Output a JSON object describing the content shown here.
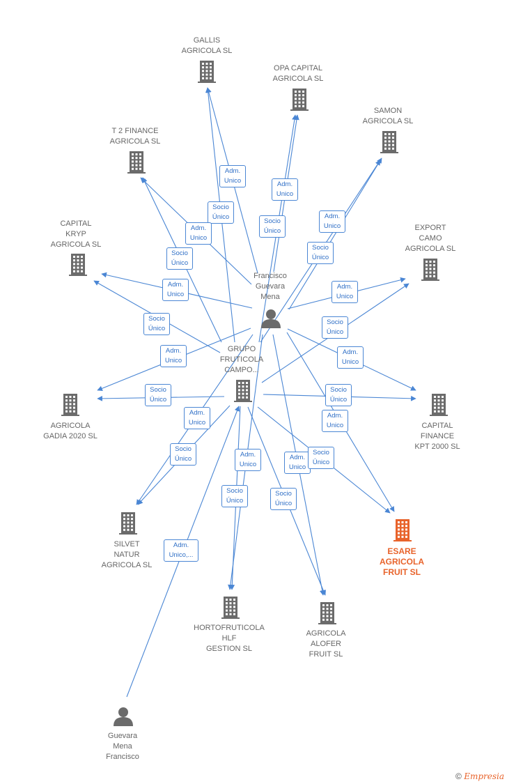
{
  "colors": {
    "edge": "#4a86d4",
    "node_icon": "#6b6b6b",
    "focus": "#e8632b"
  },
  "nodes": [
    {
      "id": "gallis",
      "type": "company",
      "label": "GALLIS\nAGRICOLA  SL"
    },
    {
      "id": "opa",
      "type": "company",
      "label": "OPA CAPITAL\nAGRICOLA  SL"
    },
    {
      "id": "samon",
      "type": "company",
      "label": "SAMON\nAGRICOLA  SL"
    },
    {
      "id": "t2",
      "type": "company",
      "label": "T 2 FINANCE\nAGRICOLA  SL"
    },
    {
      "id": "kryp",
      "type": "company",
      "label": "CAPITAL\nKRYP\nAGRICOLA  SL"
    },
    {
      "id": "export",
      "type": "company",
      "label": "EXPORT\nCAMO\nAGRICOLA  SL"
    },
    {
      "id": "francisco",
      "type": "person",
      "label": "Francisco\nGuevara\nMena"
    },
    {
      "id": "grupo",
      "type": "company",
      "label": "GRUPO\nFRUTICOLA\nCAMPO..."
    },
    {
      "id": "gadia",
      "type": "company",
      "label": "AGRICOLA\nGADIA 2020  SL"
    },
    {
      "id": "kpt",
      "type": "company",
      "label": "CAPITAL\nFINANCE\nKPT 2000  SL"
    },
    {
      "id": "silvet",
      "type": "company",
      "label": "SILVET\nNATUR\nAGRICOLA  SL"
    },
    {
      "id": "esare",
      "type": "company",
      "focus": true,
      "label": "ESARE\nAGRICOLA\nFRUIT  SL"
    },
    {
      "id": "hlf",
      "type": "company",
      "label": "HORTOFRUTICOLA\nHLF\nGESTION  SL"
    },
    {
      "id": "alofer",
      "type": "company",
      "label": "AGRICOLA\nALOFER\nFRUIT  SL"
    },
    {
      "id": "guevara",
      "type": "person",
      "label": "Guevara\nMena\nFrancisco"
    }
  ],
  "edges": [
    {
      "from": "francisco",
      "to": "gallis",
      "label": "Adm.\nUnico"
    },
    {
      "from": "grupo",
      "to": "gallis",
      "label": "Socio\nÚnico"
    },
    {
      "from": "francisco",
      "to": "opa",
      "label": "Adm.\nUnico"
    },
    {
      "from": "grupo",
      "to": "opa",
      "label": "Socio\nÚnico"
    },
    {
      "from": "francisco",
      "to": "samon",
      "label": "Adm.\nUnico"
    },
    {
      "from": "grupo",
      "to": "samon",
      "label": "Socio\nÚnico"
    },
    {
      "from": "francisco",
      "to": "t2",
      "label": "Adm.\nUnico"
    },
    {
      "from": "grupo",
      "to": "t2",
      "label": "Socio\nÚnico"
    },
    {
      "from": "francisco",
      "to": "kryp",
      "label": "Adm.\nUnico"
    },
    {
      "from": "grupo",
      "to": "kryp",
      "label": "Socio\nÚnico"
    },
    {
      "from": "francisco",
      "to": "export",
      "label": "Adm.\nUnico"
    },
    {
      "from": "grupo",
      "to": "export",
      "label": "Socio\nÚnico"
    },
    {
      "from": "francisco",
      "to": "gadia",
      "label": "Adm.\nUnico"
    },
    {
      "from": "grupo",
      "to": "gadia",
      "label": "Socio\nÚnico"
    },
    {
      "from": "francisco",
      "to": "kpt",
      "label": "Adm.\nUnico"
    },
    {
      "from": "grupo",
      "to": "kpt",
      "label": "Socio\nÚnico"
    },
    {
      "from": "francisco",
      "to": "silvet",
      "label": "Adm.\nUnico"
    },
    {
      "from": "grupo",
      "to": "silvet",
      "label": "Socio\nÚnico"
    },
    {
      "from": "francisco",
      "to": "hlf",
      "label": "Adm.\nUnico"
    },
    {
      "from": "grupo",
      "to": "hlf",
      "label": "Socio\nÚnico"
    },
    {
      "from": "francisco",
      "to": "alofer",
      "label": "Adm.\nUnico"
    },
    {
      "from": "grupo",
      "to": "alofer",
      "label": "Socio\nÚnico"
    },
    {
      "from": "francisco",
      "to": "esare",
      "label": "Adm.\nUnico"
    },
    {
      "from": "grupo",
      "to": "esare",
      "label": "Socio\nÚnico"
    },
    {
      "from": "guevara",
      "to": "grupo",
      "label": "Adm.\nUnico,..."
    }
  ],
  "footer": {
    "copyright": "©",
    "brand": "Empresia"
  }
}
